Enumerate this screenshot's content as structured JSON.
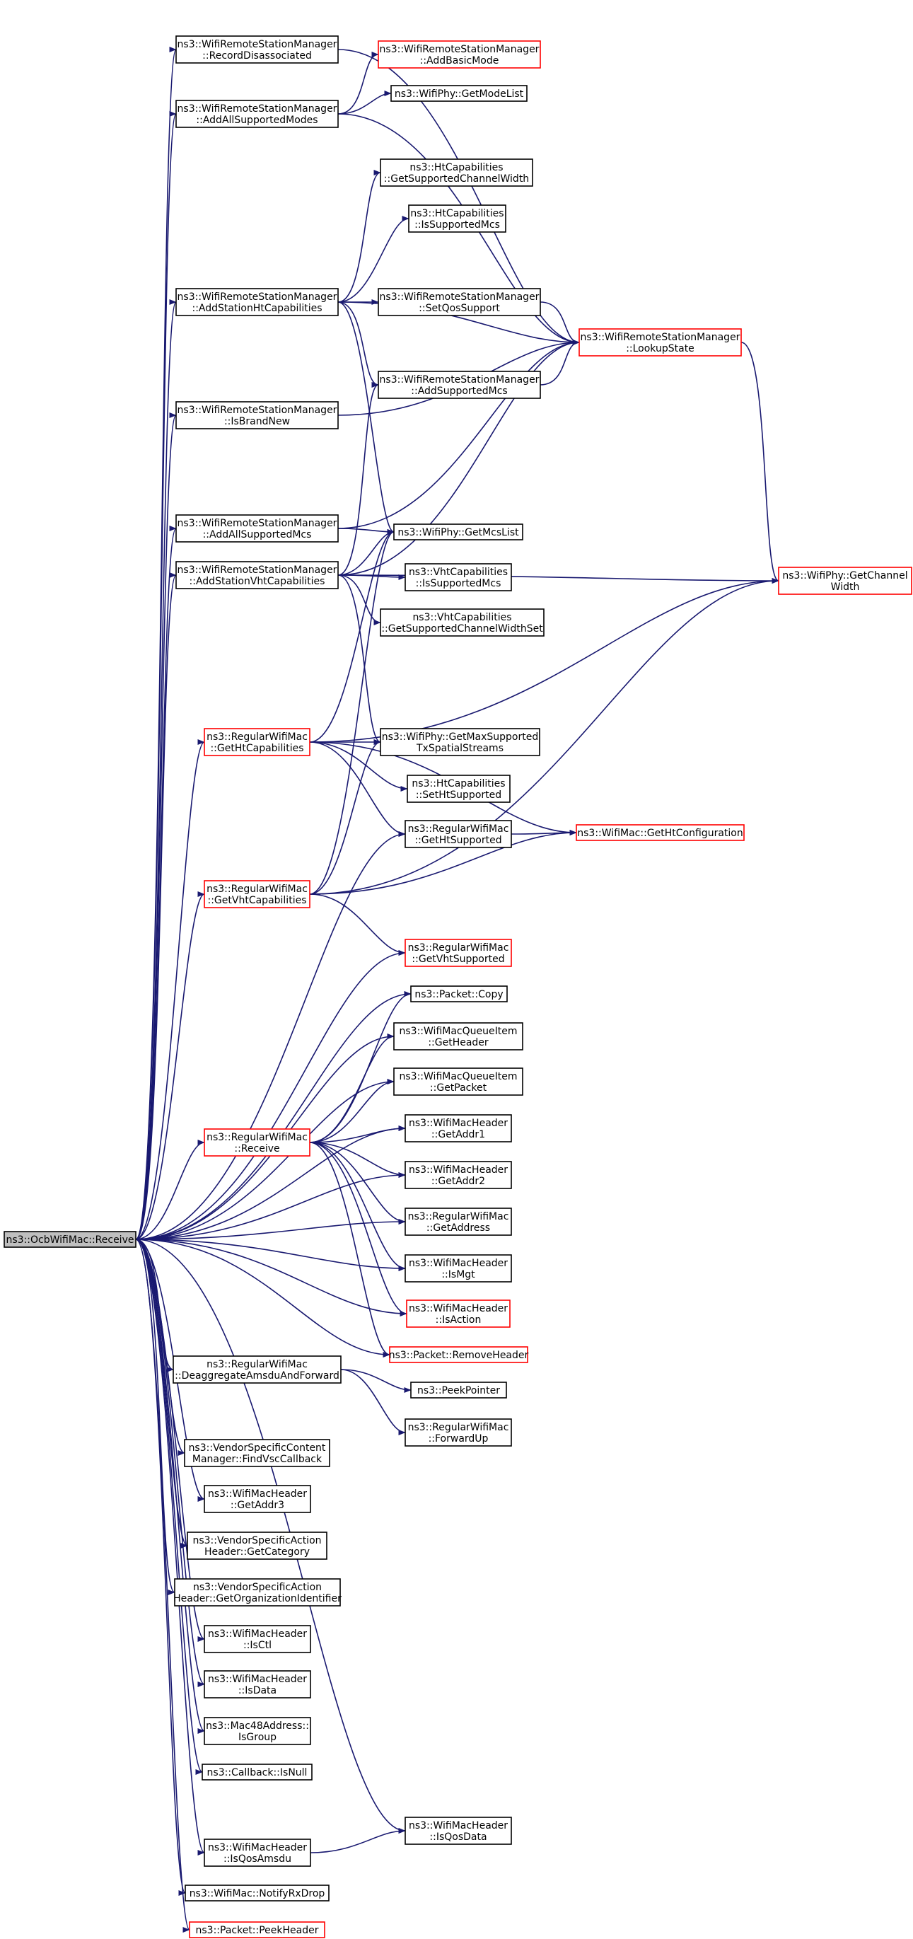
{
  "colors": {
    "edge": "#191970",
    "border_normal": "#000000",
    "border_truncated": "#ff0000",
    "fill_normal": "#ffffff",
    "fill_root": "#bfbfbf"
  },
  "graph": {
    "nodes": [
      {
        "id": "root",
        "lines": [
          "ns3::OcbWifiMac::Receive"
        ],
        "style": "root"
      },
      {
        "id": "rec_disassoc",
        "lines": [
          "ns3::WifiRemoteStationManager",
          "::RecordDisassociated"
        ],
        "style": "normal"
      },
      {
        "id": "add_all_modes",
        "lines": [
          "ns3::WifiRemoteStationManager",
          "::AddAllSupportedModes"
        ],
        "style": "normal"
      },
      {
        "id": "add_basic_mode",
        "lines": [
          "ns3::WifiRemoteStationManager",
          "::AddBasicMode"
        ],
        "style": "truncated"
      },
      {
        "id": "get_mode_list",
        "lines": [
          "ns3::WifiPhy::GetModeList"
        ],
        "style": "normal"
      },
      {
        "id": "ht_get_chw",
        "lines": [
          "ns3::HtCapabilities",
          "::GetSupportedChannelWidth"
        ],
        "style": "normal"
      },
      {
        "id": "ht_is_mcs",
        "lines": [
          "ns3::HtCapabilities",
          "::IsSupportedMcs"
        ],
        "style": "normal"
      },
      {
        "id": "add_ht_caps",
        "lines": [
          "ns3::WifiRemoteStationManager",
          "::AddStationHtCapabilities"
        ],
        "style": "normal"
      },
      {
        "id": "set_qos",
        "lines": [
          "ns3::WifiRemoteStationManager",
          "::SetQosSupport"
        ],
        "style": "normal"
      },
      {
        "id": "lookup_state",
        "lines": [
          "ns3::WifiRemoteStationManager",
          "::LookupState"
        ],
        "style": "truncated"
      },
      {
        "id": "add_sup_mcs",
        "lines": [
          "ns3::WifiRemoteStationManager",
          "::AddSupportedMcs"
        ],
        "style": "normal"
      },
      {
        "id": "is_brand_new",
        "lines": [
          "ns3::WifiRemoteStationManager",
          "::IsBrandNew"
        ],
        "style": "normal"
      },
      {
        "id": "add_all_mcs",
        "lines": [
          "ns3::WifiRemoteStationManager",
          "::AddAllSupportedMcs"
        ],
        "style": "normal"
      },
      {
        "id": "get_mcs_list",
        "lines": [
          "ns3::WifiPhy::GetMcsList"
        ],
        "style": "normal"
      },
      {
        "id": "get_channel_width",
        "lines": [
          "ns3::WifiPhy::GetChannel",
          "Width"
        ],
        "style": "truncated"
      },
      {
        "id": "add_vht_caps",
        "lines": [
          "ns3::WifiRemoteStationManager",
          "::AddStationVhtCapabilities"
        ],
        "style": "normal"
      },
      {
        "id": "vht_is_mcs",
        "lines": [
          "ns3::VhtCapabilities",
          "::IsSupportedMcs"
        ],
        "style": "normal"
      },
      {
        "id": "vht_get_chws",
        "lines": [
          "ns3::VhtCapabilities",
          "::GetSupportedChannelWidthSet"
        ],
        "style": "normal"
      },
      {
        "id": "get_ht_caps",
        "lines": [
          "ns3::RegularWifiMac",
          "::GetHtCapabilities"
        ],
        "style": "truncated"
      },
      {
        "id": "max_streams",
        "lines": [
          "ns3::WifiPhy::GetMaxSupported",
          "TxSpatialStreams"
        ],
        "style": "normal"
      },
      {
        "id": "set_ht_sup",
        "lines": [
          "ns3::HtCapabilities",
          "::SetHtSupported"
        ],
        "style": "normal"
      },
      {
        "id": "get_ht_sup",
        "lines": [
          "ns3::RegularWifiMac",
          "::GetHtSupported"
        ],
        "style": "normal"
      },
      {
        "id": "get_ht_config",
        "lines": [
          "ns3::WifiMac::GetHtConfiguration"
        ],
        "style": "truncated"
      },
      {
        "id": "get_vht_caps",
        "lines": [
          "ns3::RegularWifiMac",
          "::GetVhtCapabilities"
        ],
        "style": "truncated"
      },
      {
        "id": "get_vht_sup",
        "lines": [
          "ns3::RegularWifiMac",
          "::GetVhtSupported"
        ],
        "style": "truncated"
      },
      {
        "id": "pkt_copy",
        "lines": [
          "ns3::Packet::Copy"
        ],
        "style": "normal"
      },
      {
        "id": "mqi_header",
        "lines": [
          "ns3::WifiMacQueueItem",
          "::GetHeader"
        ],
        "style": "normal"
      },
      {
        "id": "mqi_packet",
        "lines": [
          "ns3::WifiMacQueueItem",
          "::GetPacket"
        ],
        "style": "normal"
      },
      {
        "id": "rwm_receive",
        "lines": [
          "ns3::RegularWifiMac",
          "::Receive"
        ],
        "style": "truncated"
      },
      {
        "id": "get_addr1",
        "lines": [
          "ns3::WifiMacHeader",
          "::GetAddr1"
        ],
        "style": "normal"
      },
      {
        "id": "get_addr2",
        "lines": [
          "ns3::WifiMacHeader",
          "::GetAddr2"
        ],
        "style": "normal"
      },
      {
        "id": "get_address",
        "lines": [
          "ns3::RegularWifiMac",
          "::GetAddress"
        ],
        "style": "normal"
      },
      {
        "id": "is_mgt",
        "lines": [
          "ns3::WifiMacHeader",
          "::IsMgt"
        ],
        "style": "normal"
      },
      {
        "id": "is_action",
        "lines": [
          "ns3::WifiMacHeader",
          "::IsAction"
        ],
        "style": "truncated"
      },
      {
        "id": "remove_header",
        "lines": [
          "ns3::Packet::RemoveHeader"
        ],
        "style": "truncated"
      },
      {
        "id": "deaggregate",
        "lines": [
          "ns3::RegularWifiMac",
          "::DeaggregateAmsduAndForward"
        ],
        "style": "normal"
      },
      {
        "id": "peek_pointer",
        "lines": [
          "ns3::PeekPointer"
        ],
        "style": "normal"
      },
      {
        "id": "forward_up",
        "lines": [
          "ns3::RegularWifiMac",
          "::ForwardUp"
        ],
        "style": "normal"
      },
      {
        "id": "find_vsc",
        "lines": [
          "ns3::VendorSpecificContent",
          "Manager::FindVscCallback"
        ],
        "style": "normal"
      },
      {
        "id": "get_addr3",
        "lines": [
          "ns3::WifiMacHeader",
          "::GetAddr3"
        ],
        "style": "normal"
      },
      {
        "id": "get_category",
        "lines": [
          "ns3::VendorSpecificAction",
          "Header::GetCategory"
        ],
        "style": "normal"
      },
      {
        "id": "get_org_id",
        "lines": [
          "ns3::VendorSpecificAction",
          "Header::GetOrganizationIdentifier"
        ],
        "style": "normal"
      },
      {
        "id": "is_ctl",
        "lines": [
          "ns3::WifiMacHeader",
          "::IsCtl"
        ],
        "style": "normal"
      },
      {
        "id": "is_data",
        "lines": [
          "ns3::WifiMacHeader",
          "::IsData"
        ],
        "style": "normal"
      },
      {
        "id": "is_group",
        "lines": [
          "ns3::Mac48Address::",
          "IsGroup"
        ],
        "style": "normal"
      },
      {
        "id": "is_null",
        "lines": [
          "ns3::Callback::IsNull"
        ],
        "style": "normal"
      },
      {
        "id": "is_qos_data",
        "lines": [
          "ns3::WifiMacHeader",
          "::IsQosData"
        ],
        "style": "normal"
      },
      {
        "id": "is_qos_amsdu",
        "lines": [
          "ns3::WifiMacHeader",
          "::IsQosAmsdu"
        ],
        "style": "normal"
      },
      {
        "id": "notify_rx_drop",
        "lines": [
          "ns3::WifiMac::NotifyRxDrop"
        ],
        "style": "normal"
      },
      {
        "id": "peek_header",
        "lines": [
          "ns3::Packet::PeekHeader"
        ],
        "style": "truncated"
      }
    ],
    "edges": [
      [
        "root",
        "rec_disassoc"
      ],
      [
        "root",
        "add_all_modes"
      ],
      [
        "root",
        "add_ht_caps"
      ],
      [
        "root",
        "is_brand_new"
      ],
      [
        "root",
        "add_all_mcs"
      ],
      [
        "root",
        "add_vht_caps"
      ],
      [
        "root",
        "get_ht_caps"
      ],
      [
        "root",
        "get_ht_sup"
      ],
      [
        "root",
        "get_vht_caps"
      ],
      [
        "root",
        "get_vht_sup"
      ],
      [
        "root",
        "pkt_copy"
      ],
      [
        "root",
        "mqi_header"
      ],
      [
        "root",
        "mqi_packet"
      ],
      [
        "root",
        "get_addr1"
      ],
      [
        "root",
        "rwm_receive"
      ],
      [
        "root",
        "get_addr2"
      ],
      [
        "root",
        "get_address"
      ],
      [
        "root",
        "is_mgt"
      ],
      [
        "root",
        "is_action"
      ],
      [
        "root",
        "remove_header"
      ],
      [
        "root",
        "deaggregate"
      ],
      [
        "root",
        "find_vsc"
      ],
      [
        "root",
        "get_addr3"
      ],
      [
        "root",
        "get_category"
      ],
      [
        "root",
        "get_org_id"
      ],
      [
        "root",
        "is_ctl"
      ],
      [
        "root",
        "is_data"
      ],
      [
        "root",
        "is_group"
      ],
      [
        "root",
        "is_null"
      ],
      [
        "root",
        "is_qos_data"
      ],
      [
        "root",
        "is_qos_amsdu"
      ],
      [
        "root",
        "notify_rx_drop"
      ],
      [
        "root",
        "peek_header"
      ],
      [
        "rec_disassoc",
        "lookup_state"
      ],
      [
        "add_all_modes",
        "add_basic_mode"
      ],
      [
        "add_all_modes",
        "get_mode_list"
      ],
      [
        "add_all_modes",
        "lookup_state"
      ],
      [
        "add_ht_caps",
        "ht_get_chw"
      ],
      [
        "add_ht_caps",
        "ht_is_mcs"
      ],
      [
        "add_ht_caps",
        "lookup_state"
      ],
      [
        "add_ht_caps",
        "set_qos"
      ],
      [
        "add_ht_caps",
        "add_sup_mcs"
      ],
      [
        "add_ht_caps",
        "get_mcs_list"
      ],
      [
        "set_qos",
        "lookup_state"
      ],
      [
        "add_sup_mcs",
        "lookup_state"
      ],
      [
        "is_brand_new",
        "lookup_state"
      ],
      [
        "lookup_state",
        "get_channel_width"
      ],
      [
        "add_all_mcs",
        "lookup_state"
      ],
      [
        "add_all_mcs",
        "get_mcs_list"
      ],
      [
        "add_vht_caps",
        "add_sup_mcs"
      ],
      [
        "add_vht_caps",
        "lookup_state"
      ],
      [
        "add_vht_caps",
        "get_mcs_list"
      ],
      [
        "add_vht_caps",
        "get_channel_width"
      ],
      [
        "add_vht_caps",
        "vht_is_mcs"
      ],
      [
        "add_vht_caps",
        "vht_get_chws"
      ],
      [
        "add_vht_caps",
        "max_streams"
      ],
      [
        "get_ht_caps",
        "get_mcs_list"
      ],
      [
        "get_ht_caps",
        "get_channel_width"
      ],
      [
        "get_ht_caps",
        "max_streams"
      ],
      [
        "get_ht_caps",
        "set_ht_sup"
      ],
      [
        "get_ht_caps",
        "get_ht_sup"
      ],
      [
        "get_ht_caps",
        "get_ht_config"
      ],
      [
        "get_ht_sup",
        "get_ht_config"
      ],
      [
        "get_vht_caps",
        "get_mcs_list"
      ],
      [
        "get_vht_caps",
        "max_streams"
      ],
      [
        "get_vht_caps",
        "get_ht_config"
      ],
      [
        "get_vht_caps",
        "get_channel_width"
      ],
      [
        "get_vht_caps",
        "get_vht_sup"
      ],
      [
        "rwm_receive",
        "pkt_copy"
      ],
      [
        "rwm_receive",
        "mqi_header"
      ],
      [
        "rwm_receive",
        "mqi_packet"
      ],
      [
        "rwm_receive",
        "get_addr1"
      ],
      [
        "rwm_receive",
        "get_addr2"
      ],
      [
        "rwm_receive",
        "get_address"
      ],
      [
        "rwm_receive",
        "is_mgt"
      ],
      [
        "rwm_receive",
        "is_action"
      ],
      [
        "rwm_receive",
        "remove_header"
      ],
      [
        "deaggregate",
        "peek_pointer"
      ],
      [
        "deaggregate",
        "forward_up"
      ],
      [
        "is_qos_amsdu",
        "is_qos_data"
      ]
    ]
  }
}
